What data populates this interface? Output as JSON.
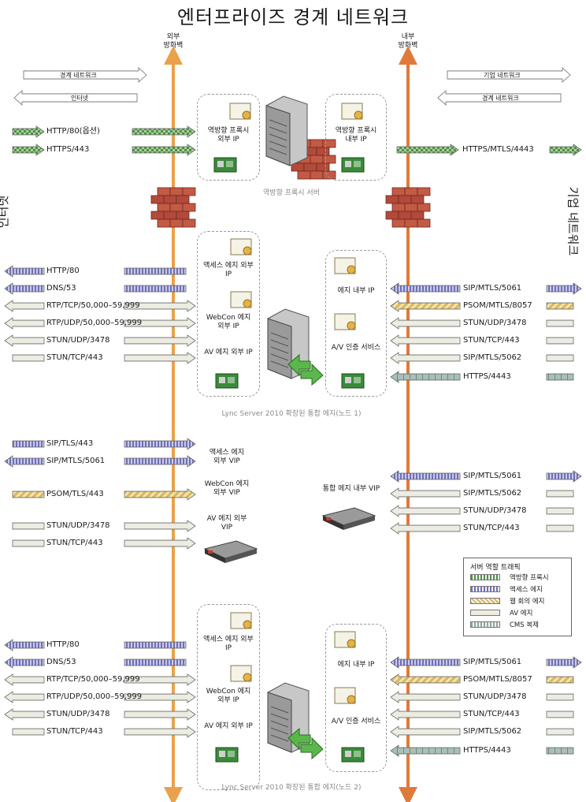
{
  "title": "엔터프라이즈 경계 네트워크",
  "firewalls": {
    "external": "외부\n방화벽",
    "internal": "내부\n방화벽"
  },
  "side_labels": {
    "left": "인터넷",
    "right": "기업 네트워크"
  },
  "top_direction": {
    "perimeter_right": "경계 네트워크",
    "internet_left": "인터넷",
    "corporate_right": "기업 네트워크",
    "perimeter_left": "경계 네트워크"
  },
  "reverse_proxy": {
    "caption": "역방향 프록시 서버",
    "external_ip": "역방향 프록시\n외부 IP",
    "internal_ip": "역방향 프록시\n내부 IP",
    "left_arrows": [
      "HTTP/80(옵션)",
      "HTTPS/443"
    ],
    "right_arrow": "HTTPS/MTLS/4443"
  },
  "edge_node1": {
    "caption": "Lync Server 2010 확장된 통합 에지(노드 1)",
    "access_ext": "액세스 에지 외부\nIP",
    "webcon_ext": "WebCon 에지\n외부 IP",
    "av_ext": "AV 에지 외부 IP",
    "edge_int": "에지 내부 IP",
    "av_auth": "A/V 인증 서비스",
    "left_arrows": [
      "HTTP/80",
      "DNS/53",
      "RTP/TCP/50,000–59,999",
      "RTP/UDP/50,000–59,999",
      "STUN/UDP/3478",
      "STUN/TCP/443"
    ],
    "right_arrows": [
      "SIP/MTLS/5061",
      "PSOM/MTLS/8057",
      "STUN/UDP/3478",
      "STUN/TCP/443",
      "SIP/MTLS/5062",
      "HTTPS/4443"
    ]
  },
  "vip": {
    "access": "액세스 에지\n외부 VIP",
    "webcon": "WebCon 에지\n외부 VIP",
    "av": "AV 에지 외부\nVIP",
    "internal": "통합 에지 내부 VIP",
    "left_arrows": [
      "SIP/TLS/443",
      "SIP/MTLS/5061",
      "PSOM/TLS/443",
      "STUN/UDP/3478",
      "STUN/TCP/443"
    ],
    "right_arrows": [
      "SIP/MTLS/5061",
      "SIP/MTLS/5062",
      "STUN/UDP/3478",
      "STUN/TCP/443"
    ]
  },
  "edge_node2": {
    "caption": "Lync Server 2010 확장된 통합 에지(노드 2)",
    "access_ext": "액세스 에지 외부\nIP",
    "webcon_ext": "WebCon 에지\n외부 IP",
    "av_ext": "AV 에지 외부 IP",
    "edge_int": "에지 내부 IP",
    "av_auth": "A/V 인증 서비스",
    "left_arrows": [
      "HTTP/80",
      "DNS/53",
      "RTP/TCP/50,000–59,999",
      "RTP/UDP/50,000–59,999",
      "STUN/UDP/3478",
      "STUN/TCP/443"
    ],
    "right_arrows": [
      "SIP/MTLS/5061",
      "PSOM/MTLS/8057",
      "STUN/UDP/3478",
      "STUN/TCP/443",
      "SIP/MTLS/5062",
      "HTTPS/4443"
    ]
  },
  "legend": {
    "title": "서버 역할 트래픽",
    "items": [
      "역방향 프록시",
      "액세스 에지",
      "웹 회의 에지",
      "AV 에지",
      "CMS 복제"
    ]
  },
  "colors": {
    "firewall_line": "#e9a24c",
    "firewall_line_internal": "#e07a3a",
    "proxy": "#3f7d3a",
    "access": "#6f6fb8",
    "webconf": "#d9b75c",
    "av": "#ecece2",
    "cms": "#8fa8a0"
  }
}
